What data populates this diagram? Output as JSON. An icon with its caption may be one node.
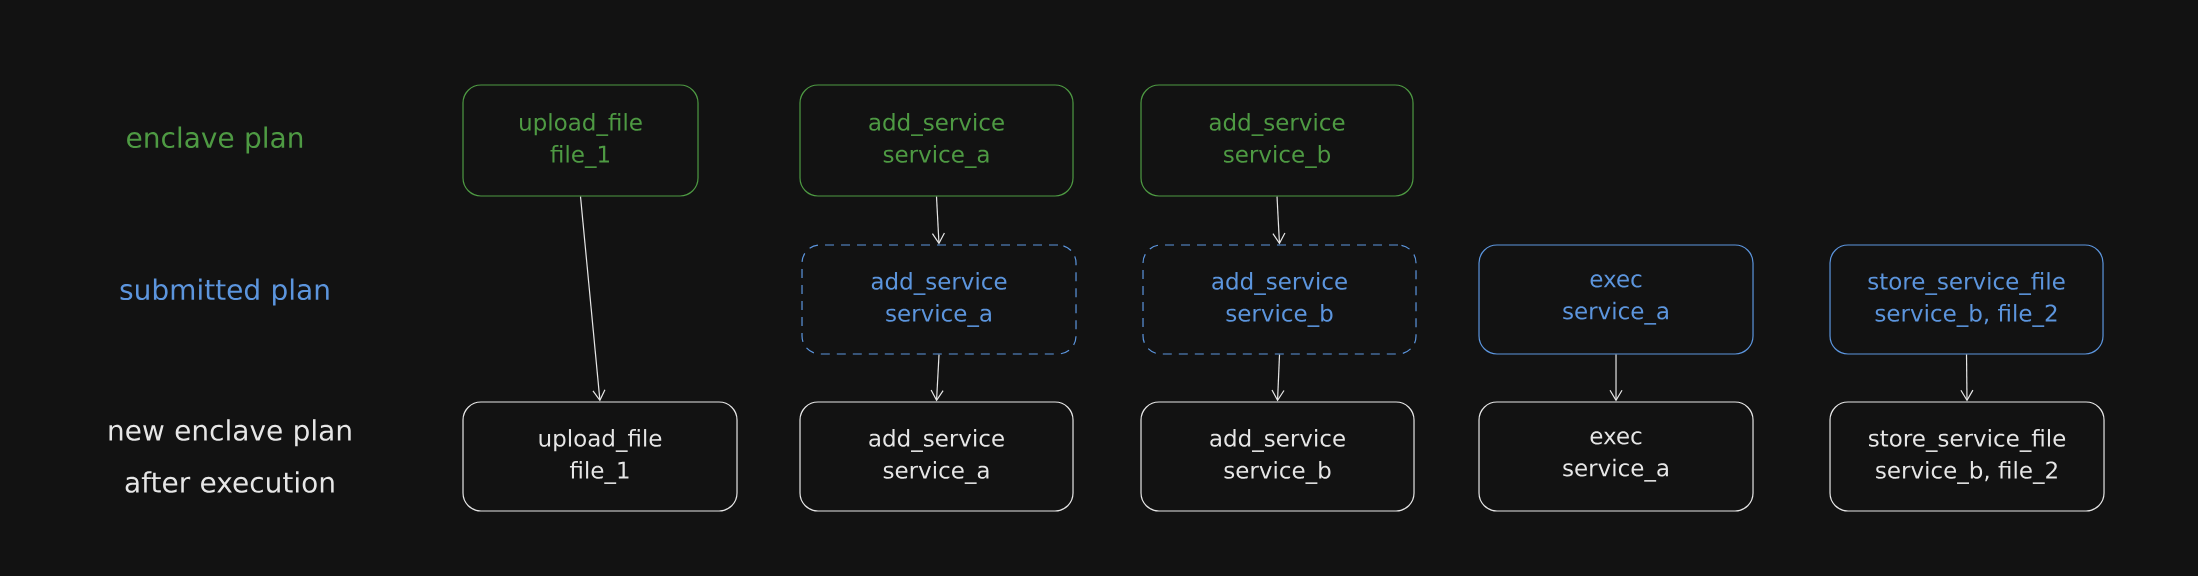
{
  "diagram": {
    "nodes": [
      {
        "text": [
          "upload_file",
          "file_1"
        ]
      },
      {
        "text": [
          "add_service",
          "service_a"
        ]
      },
      {
        "text": [
          "add_service",
          "service_b"
        ]
      },
      {
        "text": [
          "add_service",
          "service_a"
        ]
      },
      {
        "text": [
          "add_service",
          "service_b"
        ]
      },
      {
        "text": [
          "exec",
          "service_a"
        ]
      },
      {
        "text": [
          "store_service_file",
          "service_b, file_2"
        ]
      },
      {
        "text": [
          "upload_file",
          "file_1"
        ]
      },
      {
        "text": [
          "add_service",
          "service_a"
        ]
      },
      {
        "text": [
          "add_service",
          "service_b"
        ]
      },
      {
        "text": [
          "exec",
          "service_a"
        ]
      },
      {
        "text": [
          "store_service_file",
          "service_b, file_2"
        ]
      }
    ],
    "edges": [
      {
        "from": 0,
        "to": 7,
        "arrow": "to"
      },
      {
        "from": 1,
        "to": 3,
        "arrow": "to"
      },
      {
        "from": 2,
        "to": 4,
        "arrow": "to"
      },
      {
        "from": 3,
        "to": 8,
        "arrow": "to"
      },
      {
        "from": 4,
        "to": 9,
        "arrow": "to"
      },
      {
        "from": 5,
        "to": 10,
        "arrow": "to"
      },
      {
        "from": 6,
        "to": 11,
        "arrow": "to"
      }
    ],
    "labels": [
      "enclave plan",
      "submitted plan",
      "new enclave plan after execution"
    ]
  }
}
